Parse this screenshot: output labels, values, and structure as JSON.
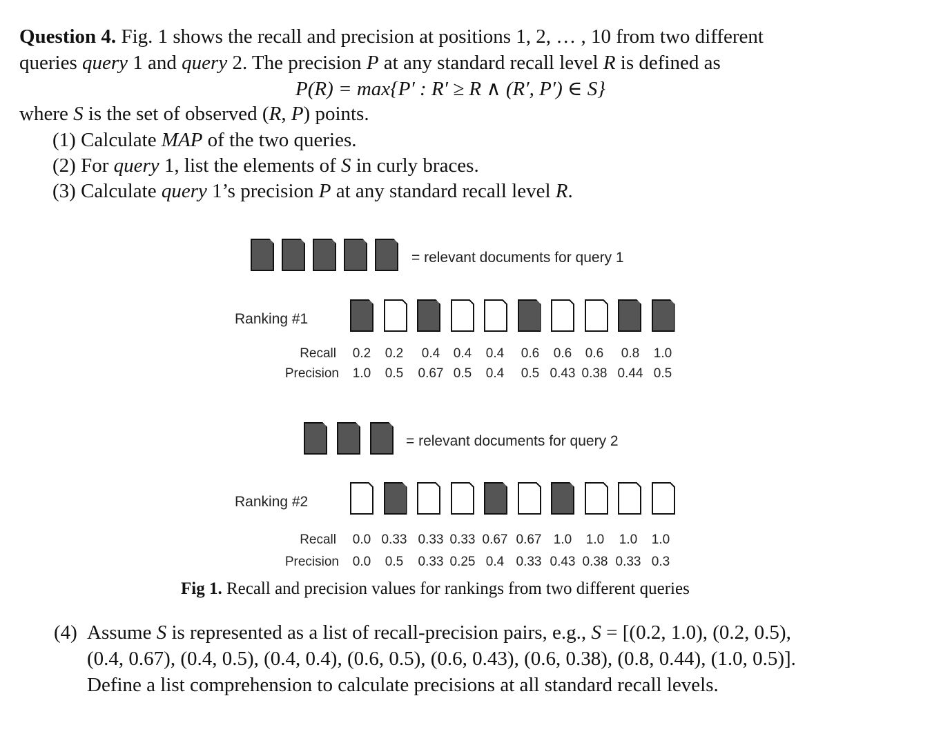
{
  "question": {
    "heading": "Question 4.",
    "intro_1": " Fig. 1 shows the recall and precision at positions 1, 2, … , 10 from two different",
    "intro_2a": "queries ",
    "q1_word": "query",
    "intro_2b": " 1 and ",
    "q2_word": "query",
    "intro_2c": " 2. The precision ",
    "P_var": "P",
    "intro_2d": " at any standard recall level ",
    "R_var": "R",
    "intro_2e": " is defined as",
    "formula": "P(R) = max{P′ : R′ ≥ R ∧ (R′, P′) ∈ S}",
    "where_a": "where ",
    "S_var": "S",
    "where_b": " is the set of observed (",
    "where_R": "R",
    "where_comma": ", ",
    "where_P": "P",
    "where_c": ") points.",
    "item1_a": "(1) Calculate ",
    "item1_map": "MAP",
    "item1_b": " of the two queries.",
    "item2_a": "(2) For ",
    "item2_query": "query",
    "item2_b": " 1, list the elements of ",
    "item2_S": "S",
    "item2_c": " in curly braces.",
    "item3_a": "(3) Calculate ",
    "item3_query": "query",
    "item3_b": " 1’s precision ",
    "item3_P": "P",
    "item3_c": " at any standard recall level ",
    "item3_R": "R",
    "item3_d": "."
  },
  "figure": {
    "legend1": "= relevant documents for query 1",
    "legend2": "= relevant documents for query 2",
    "ranking1": {
      "label": "Ranking #1",
      "relevance": [
        true,
        false,
        true,
        false,
        false,
        true,
        false,
        false,
        true,
        true
      ],
      "recall_label": "Recall",
      "precision_label": "Precision",
      "recall": [
        "0.2",
        "0.2",
        "0.4",
        "0.4",
        "0.4",
        "0.6",
        "0.6",
        "0.6",
        "0.8",
        "1.0"
      ],
      "precision": [
        "1.0",
        "0.5",
        "0.67",
        "0.5",
        "0.4",
        "0.5",
        "0.43",
        "0.38",
        "0.44",
        "0.5"
      ]
    },
    "ranking2": {
      "label": "Ranking #2",
      "relevance": [
        false,
        true,
        false,
        false,
        true,
        false,
        true,
        false,
        false,
        false
      ],
      "recall_label": "Recall",
      "precision_label": "Precision",
      "recall": [
        "0.0",
        "0.33",
        "0.33",
        "0.33",
        "0.67",
        "0.67",
        "1.0",
        "1.0",
        "1.0",
        "1.0"
      ],
      "precision": [
        "0.0",
        "0.5",
        "0.33",
        "0.25",
        "0.4",
        "0.33",
        "0.43",
        "0.38",
        "0.33",
        "0.3"
      ]
    },
    "caption_bold": "Fig 1.",
    "caption_text": " Recall and precision values for rankings from two different queries"
  },
  "q4": {
    "num": "(4)",
    "a": " Assume ",
    "S1": "S",
    "b": " is represented as a list of recall-precision pairs, e.g., ",
    "S2": "S",
    "c": " = [(0.2, 1.0), (0.2, 0.5),",
    "line2": "(0.4, 0.67), (0.4, 0.5), (0.4, 0.4), (0.6, 0.5), (0.6, 0.43), (0.6, 0.38), (0.8, 0.44), (1.0, 0.5)].",
    "line3": "Define a list comprehension to calculate precisions at all standard recall levels."
  }
}
